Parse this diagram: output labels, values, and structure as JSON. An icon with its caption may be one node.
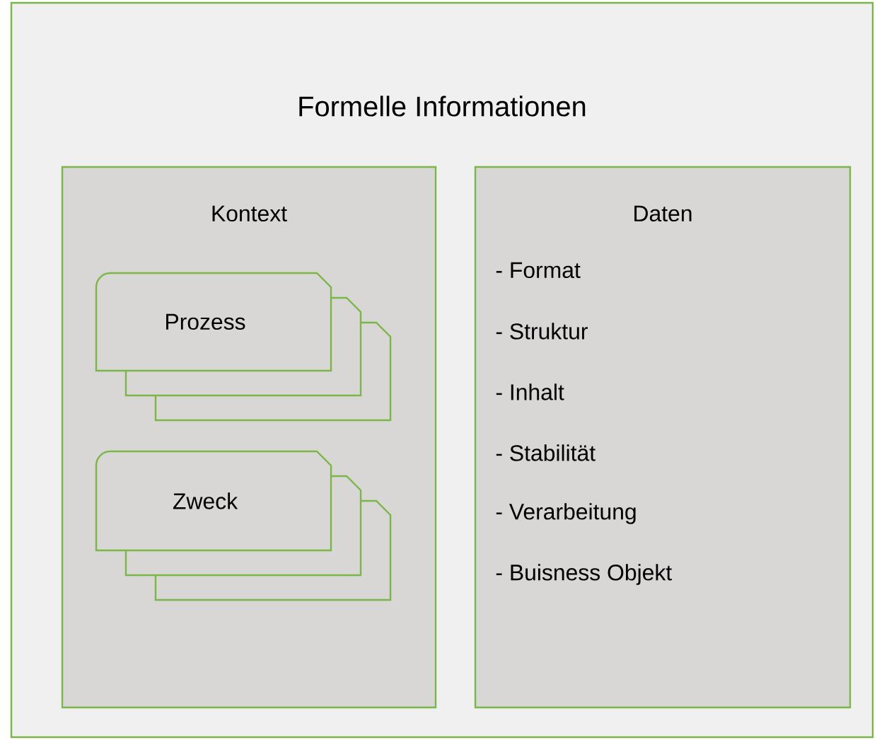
{
  "diagram": {
    "nodes": [
      {
        "text": [
          "Formelle Informationen"
        ]
      },
      {
        "text": [
          "Kontext"
        ],
        "in": 0
      },
      {
        "text": [
          "Prozess"
        ],
        "in": 1
      },
      {
        "text": [
          "Zweck"
        ],
        "in": 1
      },
      {
        "text": [
          "Daten",
          "- Format",
          "- Struktur",
          "- Inhalt",
          "- Stabilität",
          "- Verarbeitung",
          "- Buisness Objekt"
        ],
        "in": 0
      }
    ]
  }
}
